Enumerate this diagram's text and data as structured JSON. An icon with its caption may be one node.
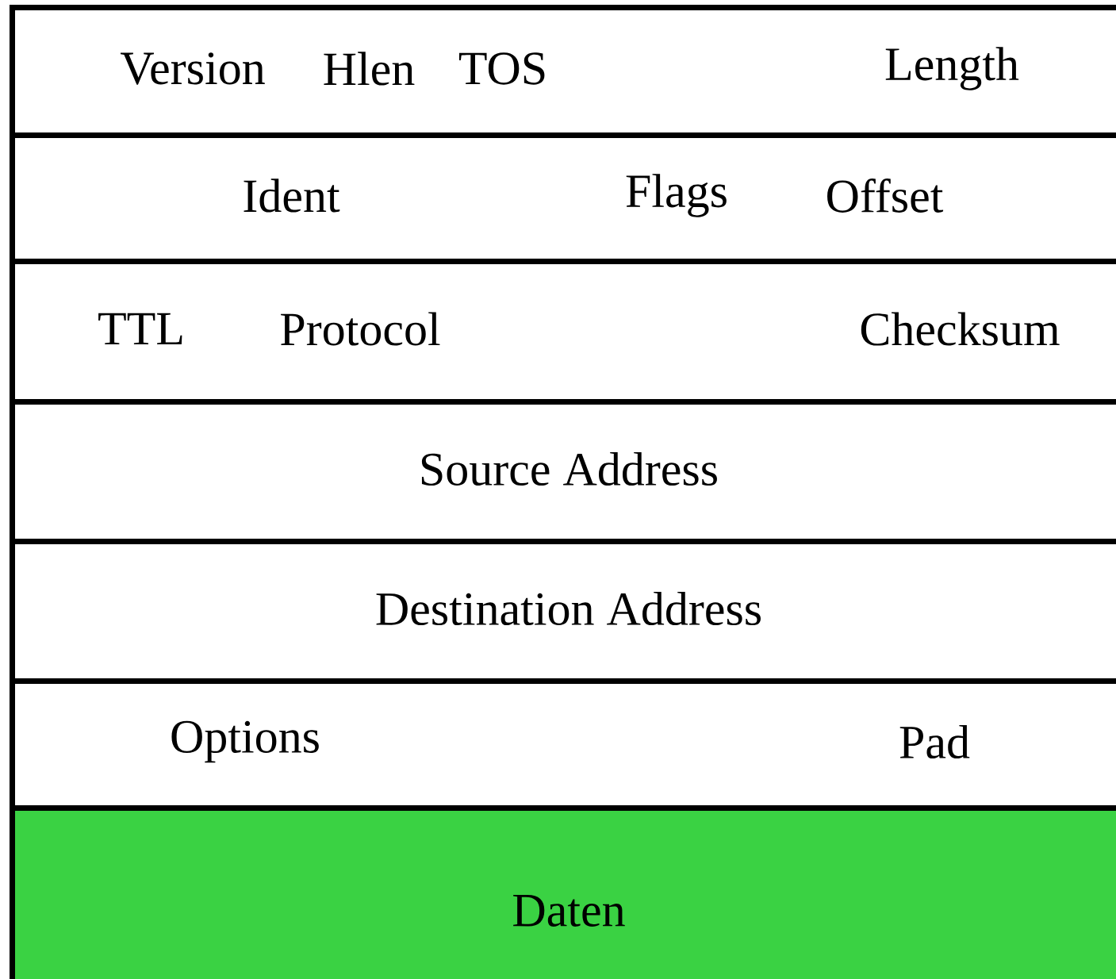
{
  "diagram": {
    "nodes": [
      {
        "text": [
          "Version",
          "Hlen",
          "TOS",
          "Length"
        ]
      },
      {
        "text": [
          "Ident",
          "Flags",
          "Offset"
        ]
      },
      {
        "text": [
          "TTL",
          "Protocol",
          "Checksum"
        ]
      },
      {
        "text": [
          "Source Address"
        ]
      },
      {
        "text": [
          "Destination Address"
        ]
      },
      {
        "text": [
          "Options",
          "Pad"
        ]
      },
      {
        "text": [
          "Daten"
        ]
      }
    ]
  }
}
